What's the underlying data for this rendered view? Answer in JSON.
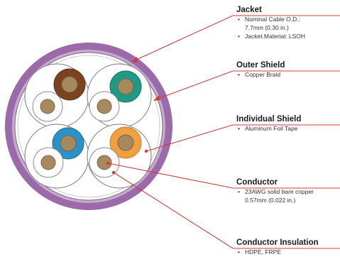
{
  "callouts": [
    {
      "title": "Jacket",
      "bullets": [
        {
          "line1": "Nominal Cable O.D.:",
          "line2": "7.7mm (0.30 in.)"
        },
        {
          "line1": "Jacket Material: LSOH",
          "line2": ""
        }
      ]
    },
    {
      "title": "Outer Shield",
      "bullets": [
        {
          "line1": "Copper Braid",
          "line2": ""
        }
      ]
    },
    {
      "title": "Individual Shield",
      "bullets": [
        {
          "line1": "Aluminum Foil Tape",
          "line2": ""
        }
      ]
    },
    {
      "title": "Conductor",
      "bullets": [
        {
          "line1": "23AWG solid bare copper",
          "line2": "0.57mm (0.022 in.)"
        }
      ]
    },
    {
      "title": "Conductor Insulation",
      "bullets": [
        {
          "line1": "HDPE, FRPE",
          "line2": ""
        }
      ]
    }
  ],
  "colors": {
    "jacket": "#9b6aa8",
    "leader": "#d23a3a",
    "conductor": "#a6895c",
    "pair_brown": "#7a4320",
    "pair_green": "#1f9a84",
    "pair_blue": "#2b92c7",
    "pair_orange": "#f0a040"
  }
}
